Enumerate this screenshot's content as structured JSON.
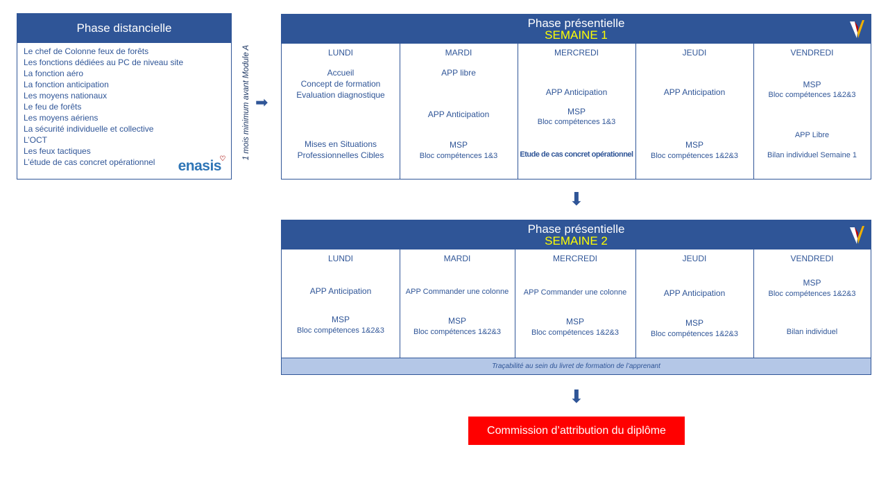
{
  "distancielle": {
    "title": "Phase distancielle",
    "items": [
      "Le chef de Colonne feux de forêts",
      "Les fonctions dédiées au PC de niveau site",
      "La fonction aéro",
      "La fonction anticipation",
      "Les moyens nationaux",
      "Le feu de forêts",
      "Les moyens aériens",
      "La sécurité individuelle et collective",
      "L’OCT",
      "Les feux tactiques",
      "L’étude de cas concret opérationnel"
    ],
    "logo": "enasis",
    "delay_note": "1 mois minimum  avant Module A"
  },
  "week1": {
    "title": "Phase présentielle",
    "subtitle": "SEMAINE 1",
    "days": [
      {
        "name": "LUNDI",
        "lines": [
          "Accueil",
          "Concept de formation",
          "Evaluation diagnostique",
          "Mises en Situations",
          "Professionnelles  Cibles"
        ]
      },
      {
        "name": "MARDI",
        "lines": [
          "APP libre",
          "APP Anticipation",
          "MSP",
          "Bloc compétences 1&3"
        ]
      },
      {
        "name": "MERCREDI",
        "lines": [
          "APP Anticipation",
          "MSP",
          "Bloc compétences 1&3",
          "Etude de cas concret opérationnel"
        ]
      },
      {
        "name": "JEUDI",
        "lines": [
          "APP Anticipation",
          "MSP",
          "Bloc compétences 1&2&3"
        ]
      },
      {
        "name": "VENDREDI",
        "lines": [
          "MSP",
          "Bloc compétences 1&2&3",
          "APP Libre",
          "Bilan individuel Semaine 1"
        ]
      }
    ]
  },
  "week2": {
    "title": "Phase présentielle",
    "subtitle": "SEMAINE 2",
    "days": [
      {
        "name": "LUNDI",
        "lines": [
          "APP Anticipation",
          "MSP",
          "Bloc compétences 1&2&3"
        ]
      },
      {
        "name": "MARDI",
        "lines": [
          "APP Commander une colonne",
          "MSP",
          "Bloc compétences 1&2&3"
        ]
      },
      {
        "name": "MERCREDI",
        "lines": [
          "APP Commander une colonne",
          "MSP",
          "Bloc compétences 1&2&3"
        ]
      },
      {
        "name": "JEUDI",
        "lines": [
          "APP Anticipation",
          "MSP",
          "Bloc compétences 1&2&3"
        ]
      },
      {
        "name": "VENDREDI",
        "lines": [
          "MSP",
          "Bloc compétences 1&2&3",
          "Bilan individuel"
        ]
      }
    ],
    "footer": "Traçabilité au sein du livret de formation de l’apprenant"
  },
  "commission": "Commission d’attribution du diplôme",
  "colors": {
    "primary": "#2f5597",
    "highlight": "#ffff00",
    "band": "#b4c7e7",
    "alert": "#ff0000"
  }
}
